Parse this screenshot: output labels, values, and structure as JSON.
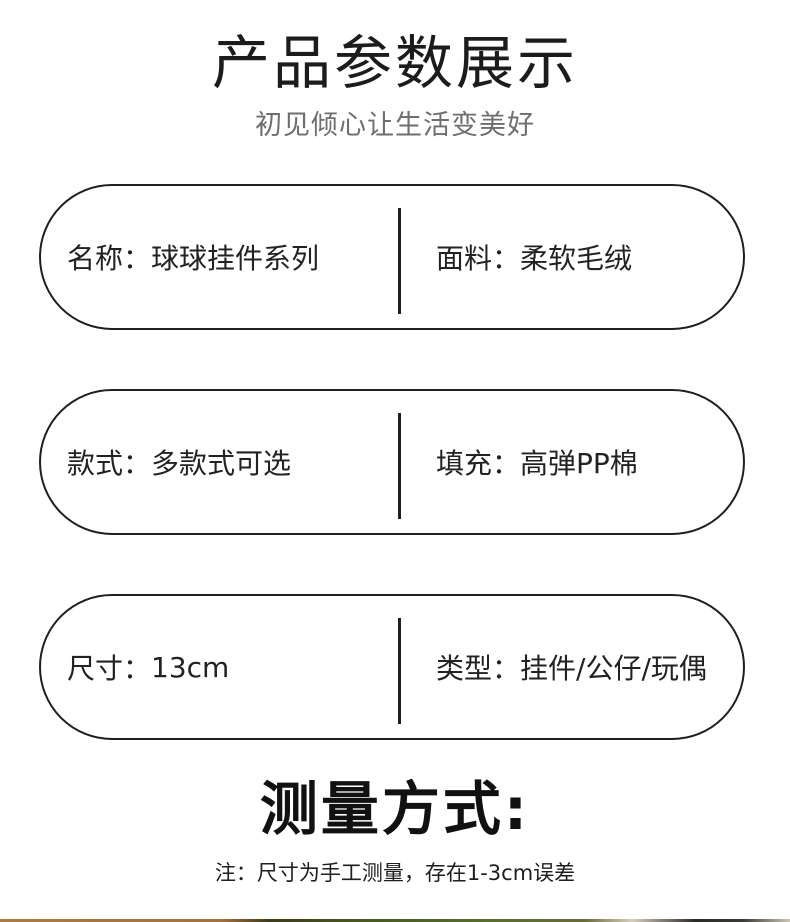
{
  "header": {
    "title": "产品参数展示",
    "subtitle": "初见倾心让生活变美好"
  },
  "params": [
    {
      "left": {
        "label": "名称：",
        "value": "球球挂件系列"
      },
      "right": {
        "label": "面料：",
        "value": "柔软毛绒"
      }
    },
    {
      "left": {
        "label": "款式：",
        "value": "多款式可选"
      },
      "right": {
        "label": "填充：",
        "value": "高弹PP棉"
      }
    },
    {
      "left": {
        "label": "尺寸：",
        "value": "13cm"
      },
      "right": {
        "label": "类型：",
        "value": "挂件/公仔/玩偶"
      }
    }
  ],
  "measurement": {
    "title": "测量方式:",
    "note": "注：尺寸为手工测量，存在1-3cm误差"
  },
  "colors": {
    "border": "#1f1f1f",
    "title_text": "#1c1c1c",
    "subtitle_text": "#6e6e6e",
    "background": "#ffffff"
  }
}
